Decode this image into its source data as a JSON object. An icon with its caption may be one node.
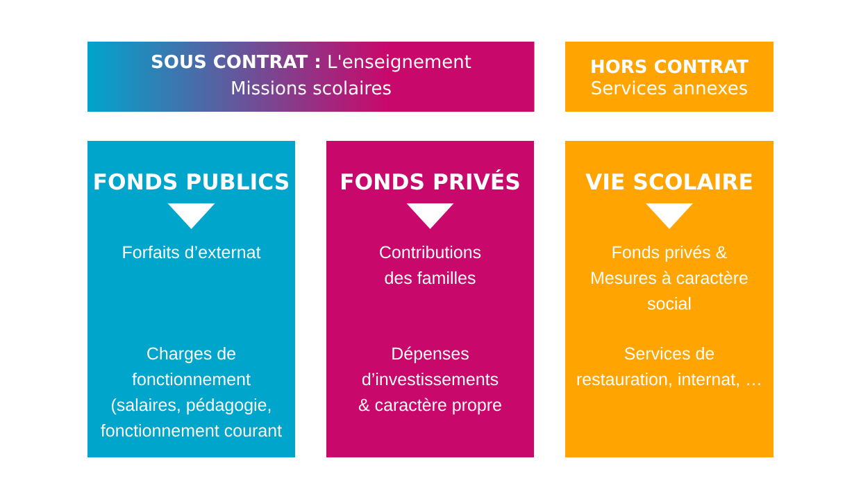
{
  "diagram": {
    "nodes": [
      {
        "text": [
          "**SOUS CONTRAT :** L'enseignement",
          "Missions scolaires"
        ]
      },
      {
        "text": [
          "HORS CONTRAT",
          "Services annexes"
        ]
      },
      {
        "text": [
          "FONDS PUBLICS",
          "Forfaits d’externat",
          "Charges de fonctionnement (salaires, pédagogie, fonctionnement courant"
        ]
      },
      {
        "text": [
          "FONDS PRIVÉS",
          "Contributions des familles",
          "Dépenses d’investissements & caractère propre"
        ]
      },
      {
        "text": [
          "VIE SCOLAIRE",
          "Fonds privés & Mesures à caractère social",
          "Services de restauration, internat, …"
        ]
      }
    ]
  }
}
